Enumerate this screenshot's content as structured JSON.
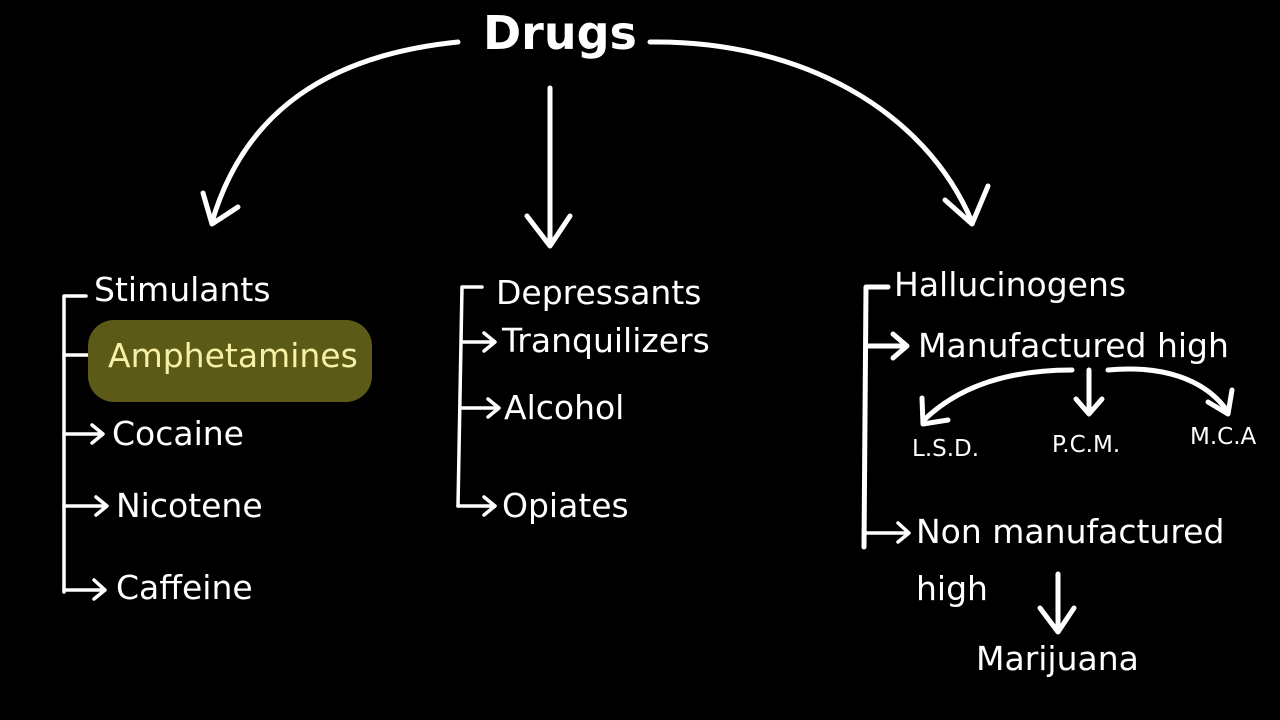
{
  "title": "Drugs",
  "colors": {
    "background": "#000000",
    "ink": "#ffffff",
    "highlight_fill": "#5b5a16",
    "highlight_text": "#f7f0a6"
  },
  "stimulants": {
    "label": "Stimulants",
    "items": [
      "Amphetamines",
      "Cocaine",
      "Nicotene",
      "Caffeine"
    ],
    "highlighted_item": "Amphetamines"
  },
  "depressants": {
    "label": "Depressants",
    "items": [
      "Tranquilizers",
      "Alcohol",
      "Opiates"
    ]
  },
  "hallucinogens": {
    "label": "Hallucinogens",
    "manufactured": {
      "label": "Manufactured high",
      "items": [
        "L.S.D.",
        "P.C.M.",
        "M.C.A"
      ]
    },
    "non_manufactured": {
      "label_line1": "Non manufactured",
      "label_line2": "high",
      "items": [
        "Marijuana"
      ]
    }
  }
}
